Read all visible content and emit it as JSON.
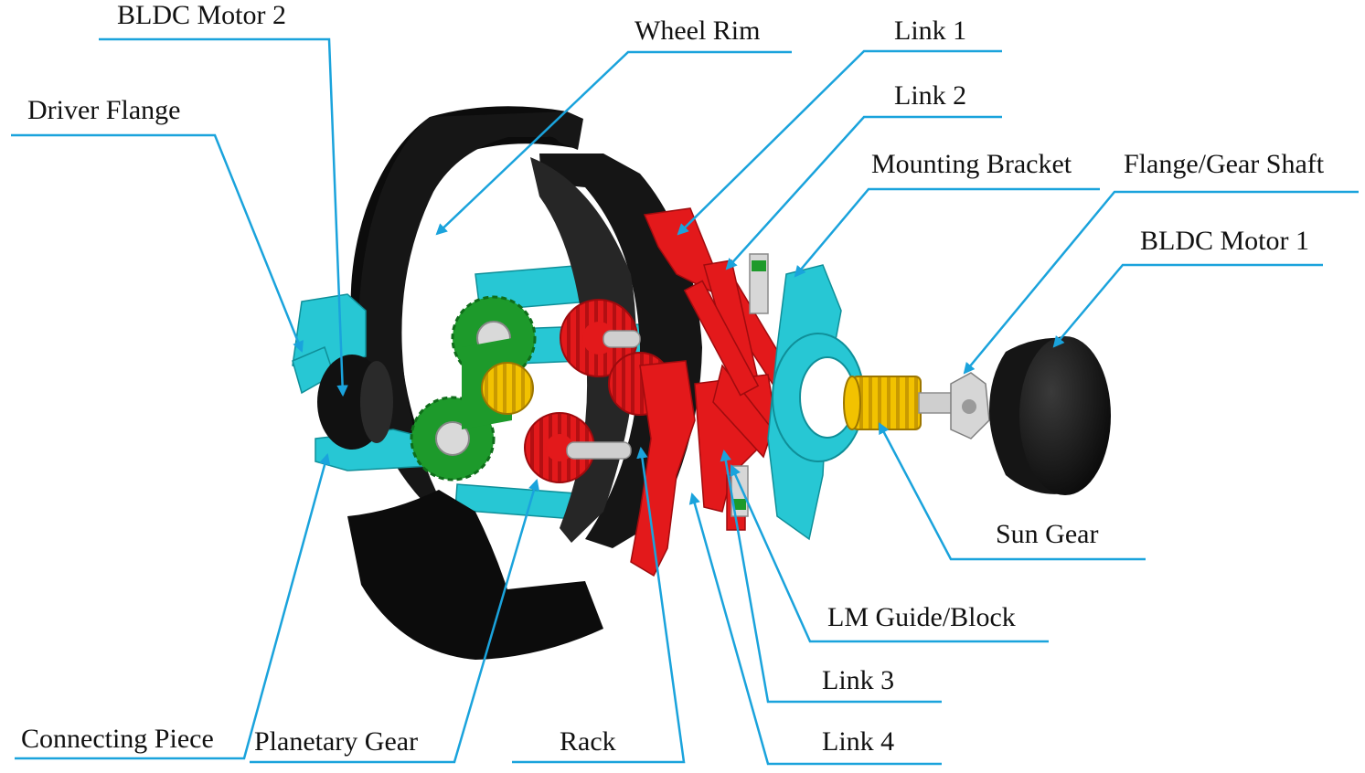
{
  "colors": {
    "leader": "#1aa3dc",
    "rim": "#0c0c0c",
    "cyan_part": "#27c7d4",
    "red_part": "#e3191b",
    "green_part": "#1d9a2b",
    "gold_part": "#f2c200",
    "steel": "#c8c8c8",
    "motor": "#111111"
  },
  "labels": {
    "bldc_motor_2": "BLDC Motor 2",
    "wheel_rim": "Wheel Rim",
    "link_1": "Link 1",
    "link_2": "Link 2",
    "driver_flange": "Driver Flange",
    "mounting_bracket": "Mounting Bracket",
    "flange_gear_shaft": "Flange/Gear Shaft",
    "bldc_motor_1": "BLDC Motor 1",
    "sun_gear": "Sun Gear",
    "lm_guide_block": "LM Guide/Block",
    "link_3": "Link 3",
    "connecting_piece": "Connecting Piece",
    "planetary_gear": "Planetary Gear",
    "rack": "Rack",
    "link_4": "Link 4"
  }
}
